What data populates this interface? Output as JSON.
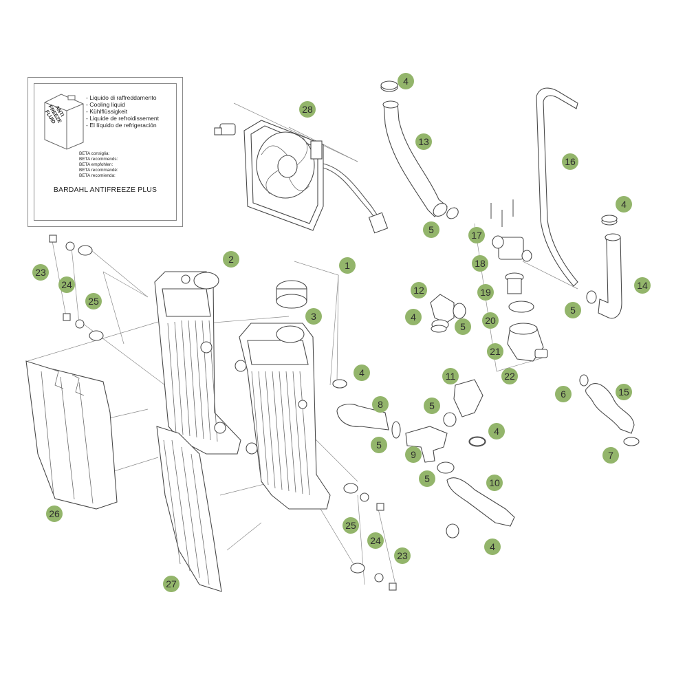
{
  "info_box": {
    "can_text": "ANTI FREEZE FLUID",
    "liquid_names": [
      "- Liquido di raffreddamento",
      "- Cooling liquid",
      "- Kühlflüssigkeit",
      "- Liquide de refroidissement",
      "- El líquido de refrigeración"
    ],
    "recommends": [
      "BETA consiglia:",
      "BETA recommends:",
      "BETA empfohlen:",
      "BETA recommandé:",
      "BETA recomienda:"
    ],
    "product": "BARDAHL ANTIFREEZE PLUS"
  },
  "callouts": [
    {
      "id": "c28",
      "label": "28"
    },
    {
      "id": "c4a",
      "label": "4"
    },
    {
      "id": "c13",
      "label": "13"
    },
    {
      "id": "c16",
      "label": "16"
    },
    {
      "id": "c5a",
      "label": "5"
    },
    {
      "id": "c4b",
      "label": "4"
    },
    {
      "id": "c17",
      "label": "17"
    },
    {
      "id": "c18",
      "label": "18"
    },
    {
      "id": "c14",
      "label": "14"
    },
    {
      "id": "c19",
      "label": "19"
    },
    {
      "id": "c12",
      "label": "12"
    },
    {
      "id": "c5b",
      "label": "5"
    },
    {
      "id": "c4c",
      "label": "4"
    },
    {
      "id": "c5c",
      "label": "5"
    },
    {
      "id": "c20",
      "label": "20"
    },
    {
      "id": "c21",
      "label": "21"
    },
    {
      "id": "c22",
      "label": "22"
    },
    {
      "id": "c2",
      "label": "2"
    },
    {
      "id": "c1",
      "label": "1"
    },
    {
      "id": "c23a",
      "label": "23"
    },
    {
      "id": "c24a",
      "label": "24"
    },
    {
      "id": "c25a",
      "label": "25"
    },
    {
      "id": "c3",
      "label": "3"
    },
    {
      "id": "c4d",
      "label": "4"
    },
    {
      "id": "c11",
      "label": "11"
    },
    {
      "id": "c8",
      "label": "8"
    },
    {
      "id": "c6",
      "label": "6"
    },
    {
      "id": "c15",
      "label": "15"
    },
    {
      "id": "c5d",
      "label": "5"
    },
    {
      "id": "c4e",
      "label": "4"
    },
    {
      "id": "c5e",
      "label": "5"
    },
    {
      "id": "c9",
      "label": "9"
    },
    {
      "id": "c7",
      "label": "7"
    },
    {
      "id": "c5f",
      "label": "5"
    },
    {
      "id": "c10",
      "label": "10"
    },
    {
      "id": "c26",
      "label": "26"
    },
    {
      "id": "c25b",
      "label": "25"
    },
    {
      "id": "c24b",
      "label": "24"
    },
    {
      "id": "c23b",
      "label": "23"
    },
    {
      "id": "c4f",
      "label": "4"
    },
    {
      "id": "c27",
      "label": "27"
    }
  ]
}
